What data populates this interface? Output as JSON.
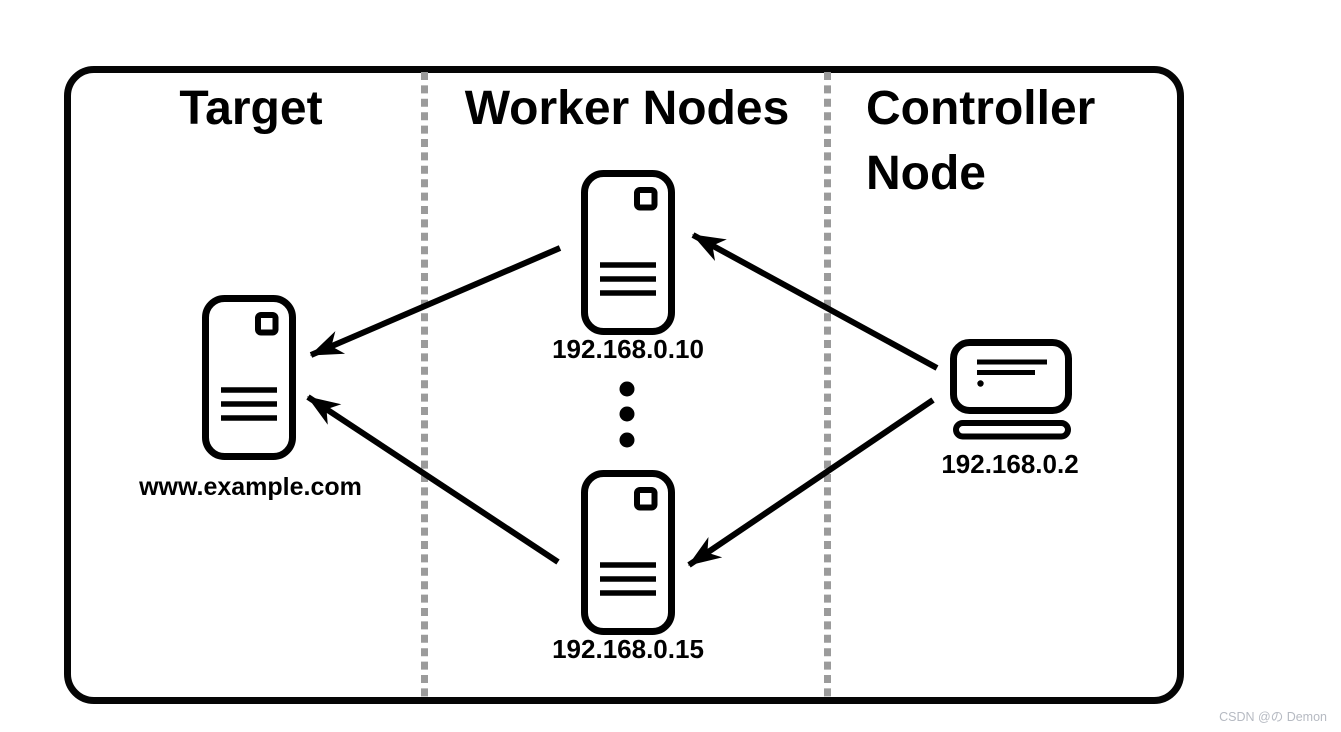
{
  "sections": [
    {
      "id": "target",
      "title": "Target"
    },
    {
      "id": "worker-nodes",
      "title": "Worker Nodes"
    },
    {
      "id": "controller-node",
      "title": "Controller Node"
    }
  ],
  "nodes": {
    "target_server": {
      "label": "www.example.com",
      "icon": "server-icon",
      "section": "Target"
    },
    "worker_top": {
      "label": "192.168.0.10",
      "icon": "server-icon",
      "section": "Worker Nodes"
    },
    "worker_bottom": {
      "label": "192.168.0.15",
      "icon": "server-icon",
      "section": "Worker Nodes"
    },
    "controller": {
      "label": "192.168.0.2",
      "icon": "laptop-icon",
      "section": "Controller Node"
    }
  },
  "edges": [
    {
      "from": "controller",
      "to": "worker_top"
    },
    {
      "from": "controller",
      "to": "worker_bottom"
    },
    {
      "from": "worker_top",
      "to": "target_server"
    },
    {
      "from": "worker_bottom",
      "to": "target_server"
    }
  ],
  "ellipsis": {
    "meaning": "more worker nodes",
    "dot_count": 3
  },
  "colors": {
    "line": "#000000",
    "frame": "#050505",
    "separator": "#9b9b9b",
    "watermark": "#b6bac2",
    "background": "#ffffff"
  },
  "watermark": {
    "text": "CSDN @の Demon"
  }
}
